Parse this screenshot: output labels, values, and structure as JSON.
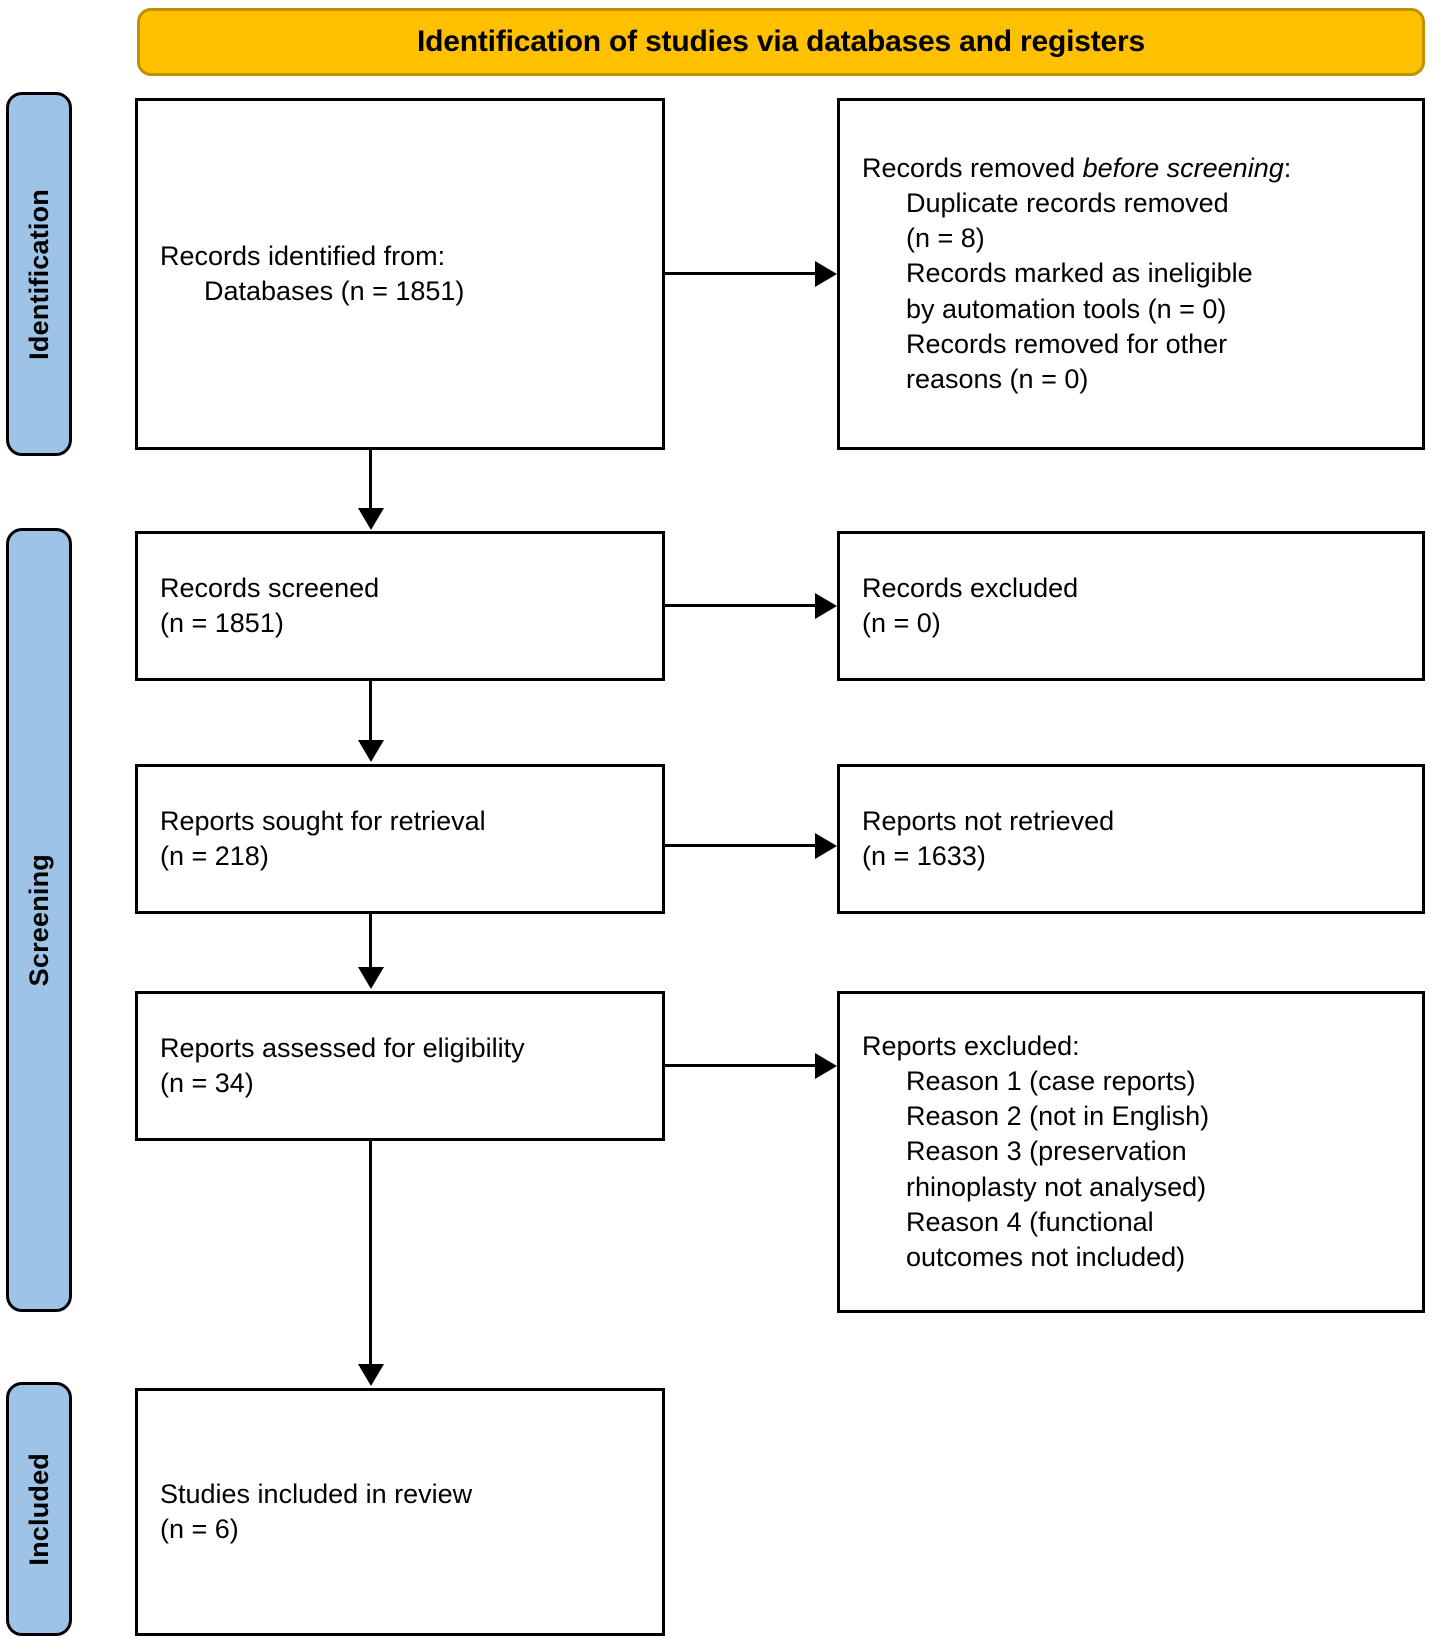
{
  "banner": {
    "title": "Identification of studies via databases and registers"
  },
  "stages": [
    {
      "id": "identification",
      "label": "Identification"
    },
    {
      "id": "screening",
      "label": "Screening"
    },
    {
      "id": "included",
      "label": "Included"
    }
  ],
  "boxes": {
    "identified": {
      "line1": "Records identified from:",
      "line2": "Databases (n = 1851)"
    },
    "removed": {
      "heading_prefix": "Records removed ",
      "heading_italic": "before screening",
      "heading_suffix": ":",
      "item1_a": "Duplicate records removed",
      "item1_b": "(n = 8)",
      "item2_a": "Records marked as ineligible",
      "item2_b": "by automation tools (n = 0)",
      "item3_a": "Records removed for other",
      "item3_b": "reasons (n = 0)"
    },
    "screened": {
      "line1": "Records screened",
      "line2": "(n = 1851)"
    },
    "records_excluded": {
      "line1": "Records excluded",
      "line2": "(n = 0)"
    },
    "sought": {
      "line1": "Reports sought for retrieval",
      "line2": "(n = 218)"
    },
    "not_retrieved": {
      "line1": "Reports not retrieved",
      "line2": "(n = 1633)"
    },
    "assessed": {
      "line1": "Reports assessed for eligibility",
      "line2": "(n = 34)"
    },
    "reports_excluded": {
      "heading": "Reports excluded:",
      "reason1": "Reason 1 (case reports)",
      "reason2": "Reason 2 (not in English)",
      "reason3_a": "Reason 3 (preservation",
      "reason3_b": "rhinoplasty not analysed)",
      "reason4_a": "Reason 4 (functional",
      "reason4_b": "outcomes not included)"
    },
    "included_studies": {
      "line1": "Studies included in review",
      "line2": "(n = 6)"
    }
  },
  "colors": {
    "banner_fill": "#FFC000",
    "banner_border": "#BF9000",
    "stage_fill": "#9DC3E6",
    "line": "#000000",
    "box_fill": "#FFFFFF"
  }
}
